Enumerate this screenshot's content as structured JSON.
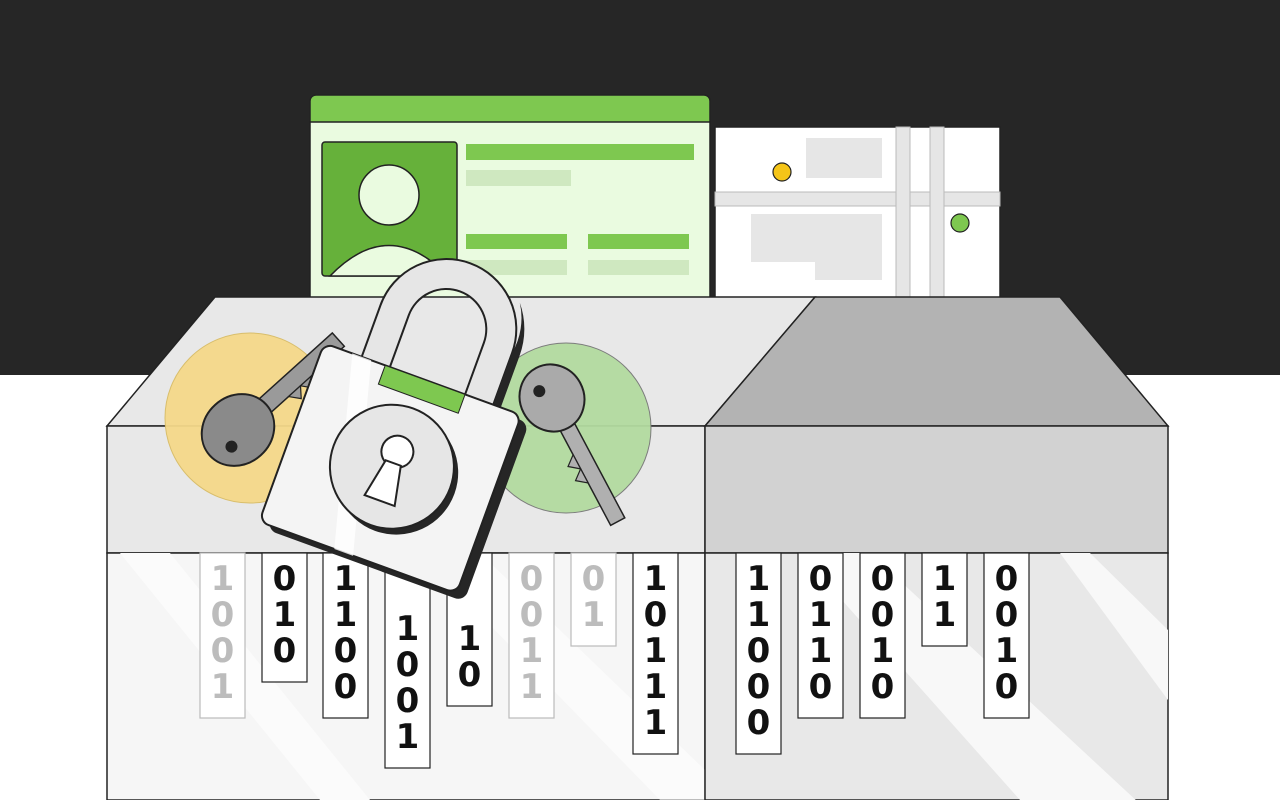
{
  "colors": {
    "dark_band": "#262626",
    "card_header": "#7ec850",
    "card_body": "#eafbe0",
    "photo": "#66b13a",
    "yellow_glow": "#f5d98a",
    "green_glow": "#b3dba0",
    "accent_green": "#7ec850",
    "pin_yellow": "#f5c518",
    "pin_green": "#7ec850"
  },
  "icons": [
    "id-card-icon",
    "map-icon",
    "padlock-icon",
    "key-icon",
    "key-icon"
  ],
  "strips_left": [
    {
      "bits": "1001",
      "faded": true
    },
    {
      "bits": "010",
      "faded": false
    },
    {
      "bits": "1100",
      "faded": false
    },
    {
      "bits": "1001",
      "faded": false
    },
    {
      "bits": "10",
      "faded": false
    },
    {
      "bits": "0011",
      "faded": true
    },
    {
      "bits": "01",
      "faded": true
    },
    {
      "bits": "10111",
      "faded": false
    }
  ],
  "strips_right": [
    {
      "bits": "11000",
      "faded": false
    },
    {
      "bits": "0110",
      "faded": false
    },
    {
      "bits": "0010",
      "faded": false
    },
    {
      "bits": "11",
      "faded": false
    },
    {
      "bits": "0010",
      "faded": false
    }
  ]
}
